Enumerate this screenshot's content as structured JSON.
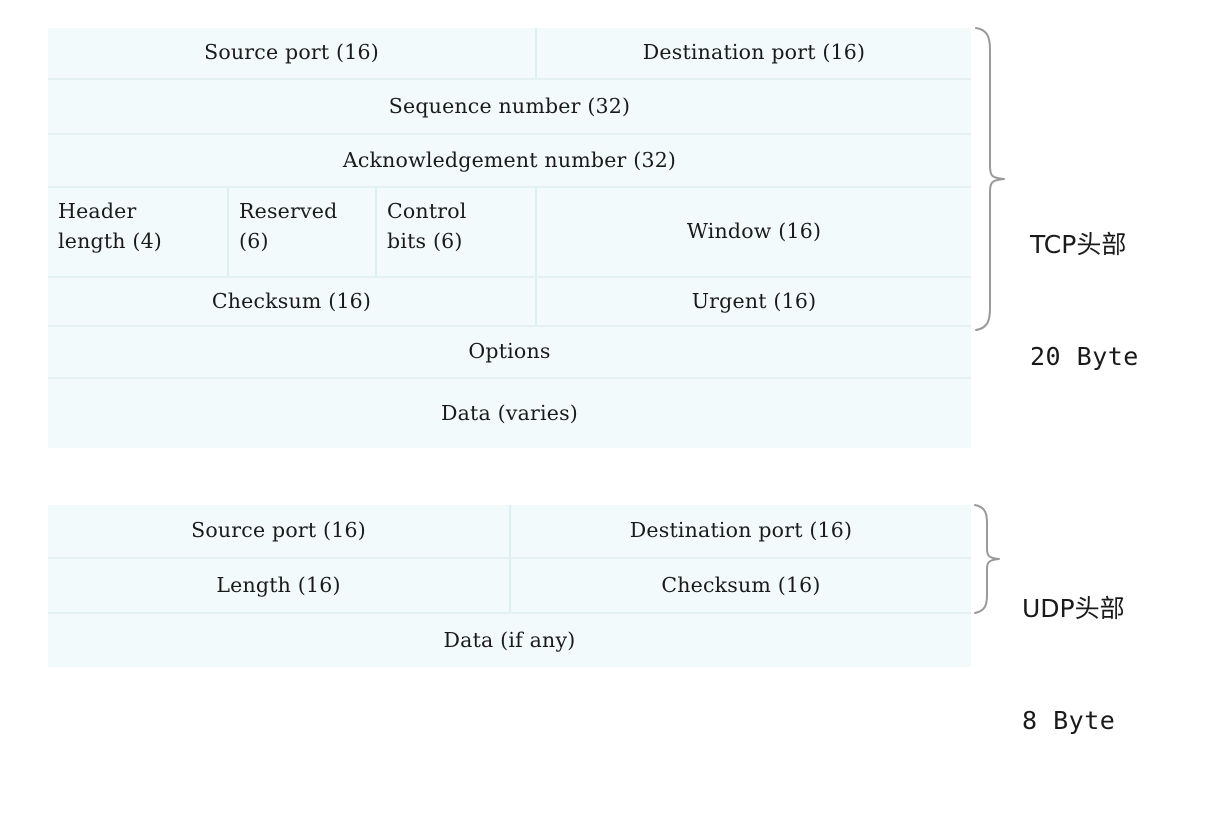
{
  "diagram": {
    "title": "TCP and UDP header layout",
    "colors": {
      "cell_background": "#f3fafb",
      "cell_border": "#dceff1",
      "row_border": "#e3f1f3",
      "brace_stroke": "#9a9a9a",
      "text": "#1a1a1a",
      "page_background": "#ffffff"
    }
  },
  "tcp": {
    "rows": [
      {
        "name": "ports",
        "cells": [
          {
            "label": "Source port (16)",
            "align": "center"
          },
          {
            "label": "Destination port (16)",
            "align": "center"
          }
        ]
      },
      {
        "name": "sequence-number",
        "cells": [
          {
            "label": "Sequence number (32)",
            "align": "center"
          }
        ]
      },
      {
        "name": "acknowledgement-number",
        "cells": [
          {
            "label": "Acknowledgement number (32)",
            "align": "center"
          }
        ]
      },
      {
        "name": "flags-and-window",
        "cells": [
          {
            "label": "Header\nlength (4)",
            "align": "left"
          },
          {
            "label": "Reserved\n(6)",
            "align": "left"
          },
          {
            "label": "Control\nbits (6)",
            "align": "left"
          },
          {
            "label": "Window (16)",
            "align": "center"
          }
        ]
      },
      {
        "name": "checksum-and-urgent",
        "cells": [
          {
            "label": "Checksum (16)",
            "align": "center"
          },
          {
            "label": "Urgent (16)",
            "align": "center"
          }
        ]
      },
      {
        "name": "options",
        "cells": [
          {
            "label": "Options",
            "align": "center"
          }
        ]
      },
      {
        "name": "data",
        "cells": [
          {
            "label": "Data (varies)",
            "align": "center"
          }
        ]
      }
    ],
    "side_label": {
      "line1": "TCP头部",
      "line2": "20 Byte"
    }
  },
  "udp": {
    "rows": [
      {
        "name": "ports",
        "cells": [
          {
            "label": "Source port (16)",
            "align": "center"
          },
          {
            "label": "Destination port (16)",
            "align": "center"
          }
        ]
      },
      {
        "name": "length-and-checksum",
        "cells": [
          {
            "label": "Length (16)",
            "align": "center"
          },
          {
            "label": "Checksum (16)",
            "align": "center"
          }
        ]
      },
      {
        "name": "data",
        "cells": [
          {
            "label": "Data (if any)",
            "align": "center"
          }
        ]
      }
    ],
    "side_label": {
      "line1": "UDP头部",
      "line2": "8 Byte"
    }
  }
}
